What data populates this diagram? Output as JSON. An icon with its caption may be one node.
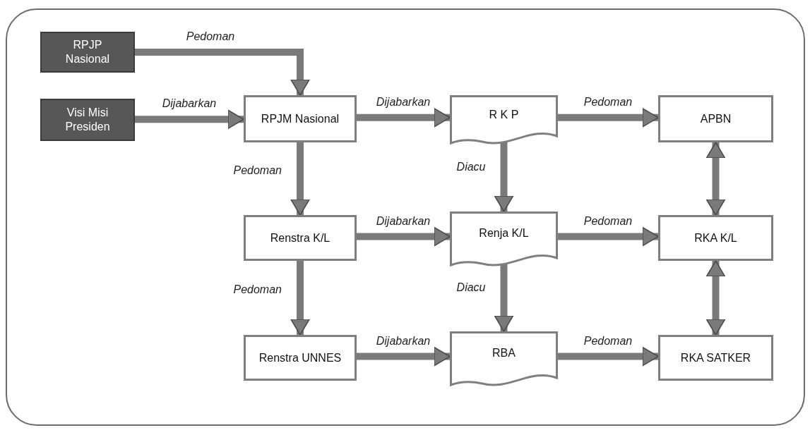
{
  "diagram": {
    "nodes": [
      {
        "text": [
          "RPJP Nasional"
        ]
      },
      {
        "text": [
          "Visi Misi Presiden"
        ]
      },
      {
        "text": [
          "RPJM Nasional"
        ]
      },
      {
        "text": [
          "R K P"
        ]
      },
      {
        "text": [
          "APBN"
        ]
      },
      {
        "text": [
          "Renstra K/L"
        ]
      },
      {
        "text": [
          "Renja K/L"
        ]
      },
      {
        "text": [
          "RKA  K/L"
        ]
      },
      {
        "text": [
          "Renstra UNNES"
        ]
      },
      {
        "text": [
          "RBA"
        ]
      },
      {
        "text": [
          "RKA SATKER"
        ]
      }
    ],
    "edges": [
      {
        "from": 0,
        "to": 2,
        "arrow": "to",
        "label": "Pedoman"
      },
      {
        "from": 1,
        "to": 2,
        "arrow": "to",
        "label": "Dijabarkan"
      },
      {
        "from": 2,
        "to": 3,
        "arrow": "to",
        "label": "Dijabarkan"
      },
      {
        "from": 3,
        "to": 4,
        "arrow": "to",
        "label": "Pedoman"
      },
      {
        "from": 2,
        "to": 5,
        "arrow": "to",
        "label": "Pedoman"
      },
      {
        "from": 3,
        "to": 6,
        "arrow": "to",
        "label": "Diacu"
      },
      {
        "from": 5,
        "to": 6,
        "arrow": "to",
        "label": "Dijabarkan"
      },
      {
        "from": 6,
        "to": 7,
        "arrow": "to",
        "label": "Pedoman"
      },
      {
        "from": 4,
        "to": 7,
        "arrow": "both"
      },
      {
        "from": 5,
        "to": 8,
        "arrow": "to",
        "label": "Pedoman"
      },
      {
        "from": 6,
        "to": 9,
        "arrow": "to",
        "label": "Diacu"
      },
      {
        "from": 8,
        "to": 9,
        "arrow": "to",
        "label": "Dijabarkan"
      },
      {
        "from": 9,
        "to": 10,
        "arrow": "to",
        "label": "Pedoman"
      },
      {
        "from": 7,
        "to": 10,
        "arrow": "both"
      }
    ]
  }
}
